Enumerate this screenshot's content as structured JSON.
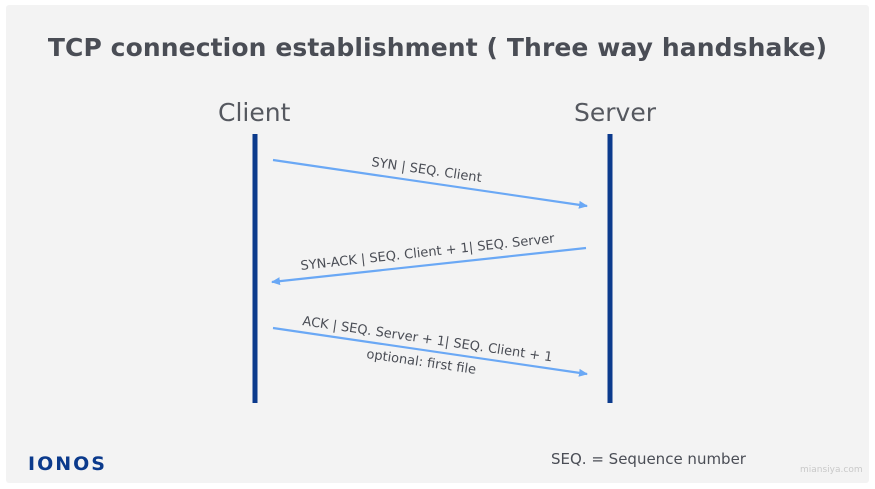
{
  "title": "TCP connection establishment ( Three way handshake)",
  "actors": {
    "client": "Client",
    "server": "Server"
  },
  "messages": [
    {
      "label": "SYN | SEQ. Client",
      "direction": "client-to-server"
    },
    {
      "label": "SYN-ACK | SEQ. Client + 1| SEQ. Server",
      "direction": "server-to-client"
    },
    {
      "label": "ACK | SEQ. Server + 1| SEQ. Client + 1",
      "sublabel": "optional: first file",
      "direction": "client-to-server"
    }
  ],
  "legend": "SEQ. = Sequence number",
  "logo": "IONOS",
  "watermark": "miansiya.com",
  "colors": {
    "lifeline": "#0b3a8c",
    "arrow": "#6aa8f5",
    "text": "#4a4d55"
  }
}
